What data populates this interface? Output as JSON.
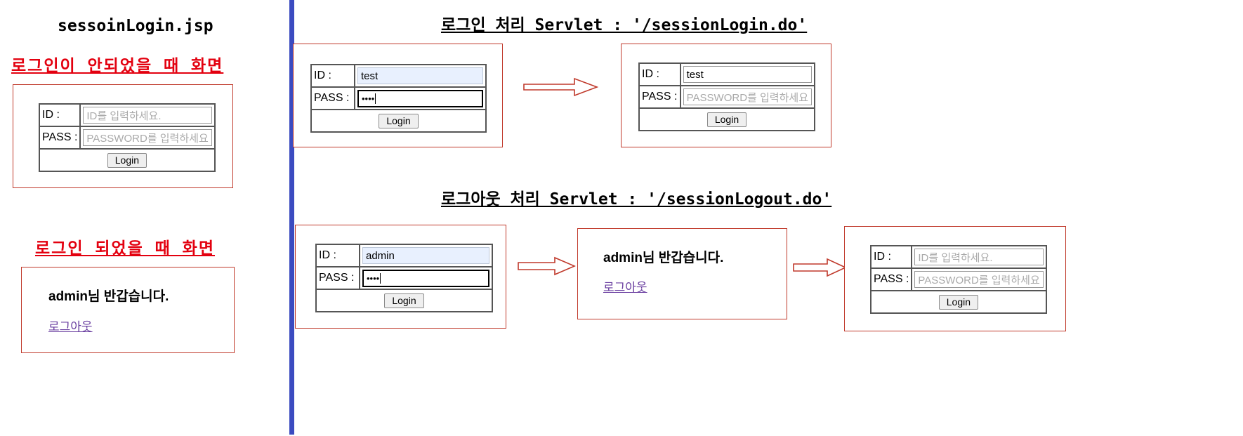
{
  "divider": {
    "color": "#3b4bc0"
  },
  "left_column": {
    "page_title": "sessoinLogin.jsp",
    "section_logged_out": {
      "heading": "로그인이 안되었을 때 화면",
      "form": {
        "id_label": "ID :",
        "id_value": "ID를 입력하세요.",
        "pass_label": "PASS :",
        "pass_value": "PASSWORD를 입력하세요",
        "button_label": "Login"
      }
    },
    "section_logged_in": {
      "heading": "로그인 되었을 때 화면",
      "welcome_message": "admin님 반갑습니다.",
      "logout_link": "로그아웃"
    }
  },
  "right_column": {
    "login_flow": {
      "title": "로그인 처리 Servlet : '/sessionLogin.do'",
      "before": {
        "id_label": "ID :",
        "id_value": "test",
        "pass_label": "PASS :",
        "pass_value": "••••",
        "button_label": "Login"
      },
      "after": {
        "id_label": "ID :",
        "id_value": "test",
        "pass_label": "PASS :",
        "pass_value": "PASSWORD를 입력하세요",
        "button_label": "Login"
      }
    },
    "logout_flow": {
      "title": "로그아웃 처리 Servlet : '/sessionLogout.do'",
      "step1": {
        "id_label": "ID :",
        "id_value": "admin",
        "pass_label": "PASS :",
        "pass_value": "••••",
        "button_label": "Login"
      },
      "step2": {
        "welcome_message": "admin님 반갑습니다.",
        "logout_link": "로그아웃"
      },
      "step3": {
        "id_label": "ID :",
        "id_value": "ID를 입력하세요.",
        "pass_label": "PASS :",
        "pass_value": "PASSWORD를 입력하세요",
        "button_label": "Login"
      }
    }
  },
  "colors": {
    "heading_red": "#e3000f",
    "panel_border_red": "#c0392b",
    "divider_blue": "#3b4bc0",
    "link_purple": "#6a3fa0",
    "autofill_blue": "#e8f0fe"
  }
}
